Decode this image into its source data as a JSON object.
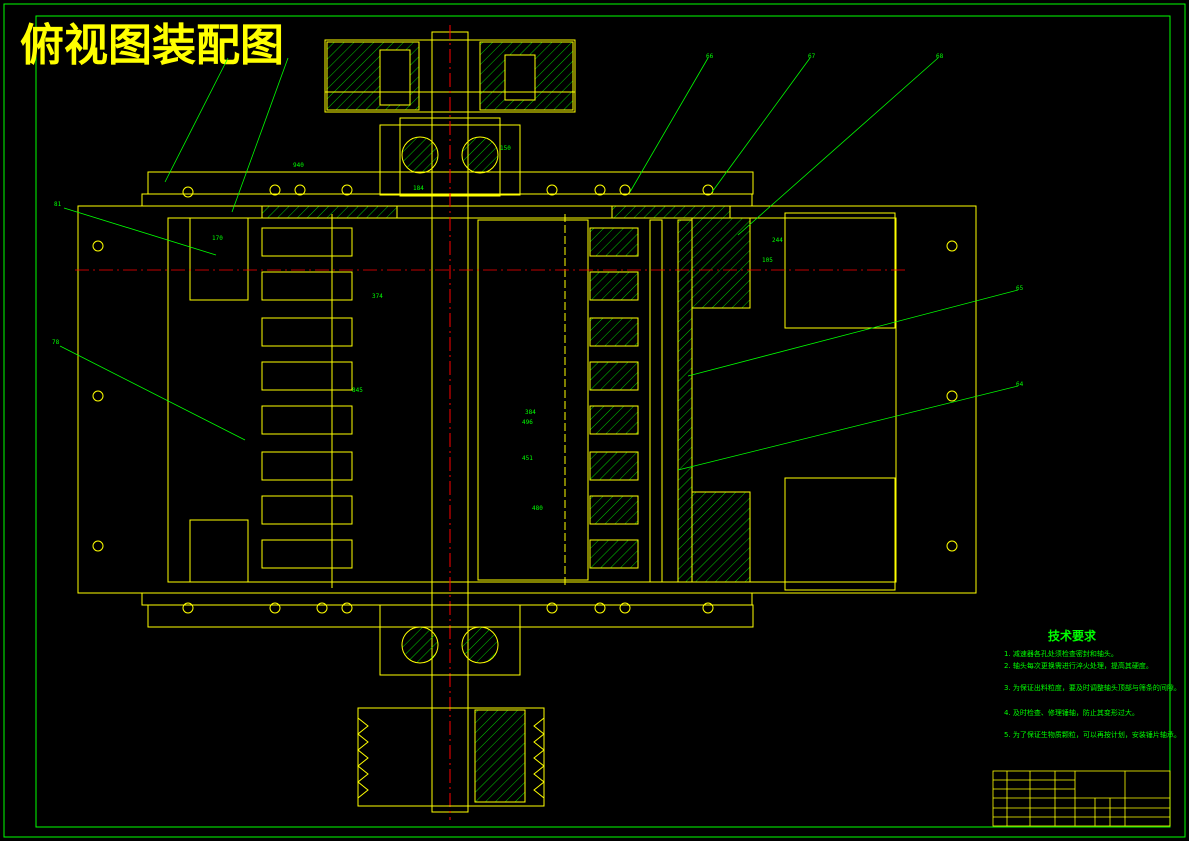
{
  "title": "俯视图装配图",
  "technical_requirements": {
    "heading": "技术要求",
    "items": [
      "1. 减速器各孔处须检查密封和轴头。",
      "2. 轴头每次更换需进行淬火处理，提高其硬度。",
      "3. 为保证出料粒度，要及时调整轴头顶部与筛条的间隙。",
      "4. 及时检查、修理锤轴，防止其变形过大。",
      "5. 为了保证生物质颗粒，可以再按计划，安装锤片轴承。"
    ]
  },
  "dimensions": [
    "940",
    "170",
    "374",
    "845",
    "384",
    "496",
    "451",
    "480",
    "105",
    "244",
    "184",
    "150"
  ],
  "callouts": [
    "66",
    "67",
    "68",
    "81",
    "78",
    "65",
    "64"
  ],
  "colors": {
    "outline": "#ffff00",
    "section": "#00ff00",
    "centerline": "#ff0000",
    "frame": "#00ff00",
    "background": "#000000"
  }
}
